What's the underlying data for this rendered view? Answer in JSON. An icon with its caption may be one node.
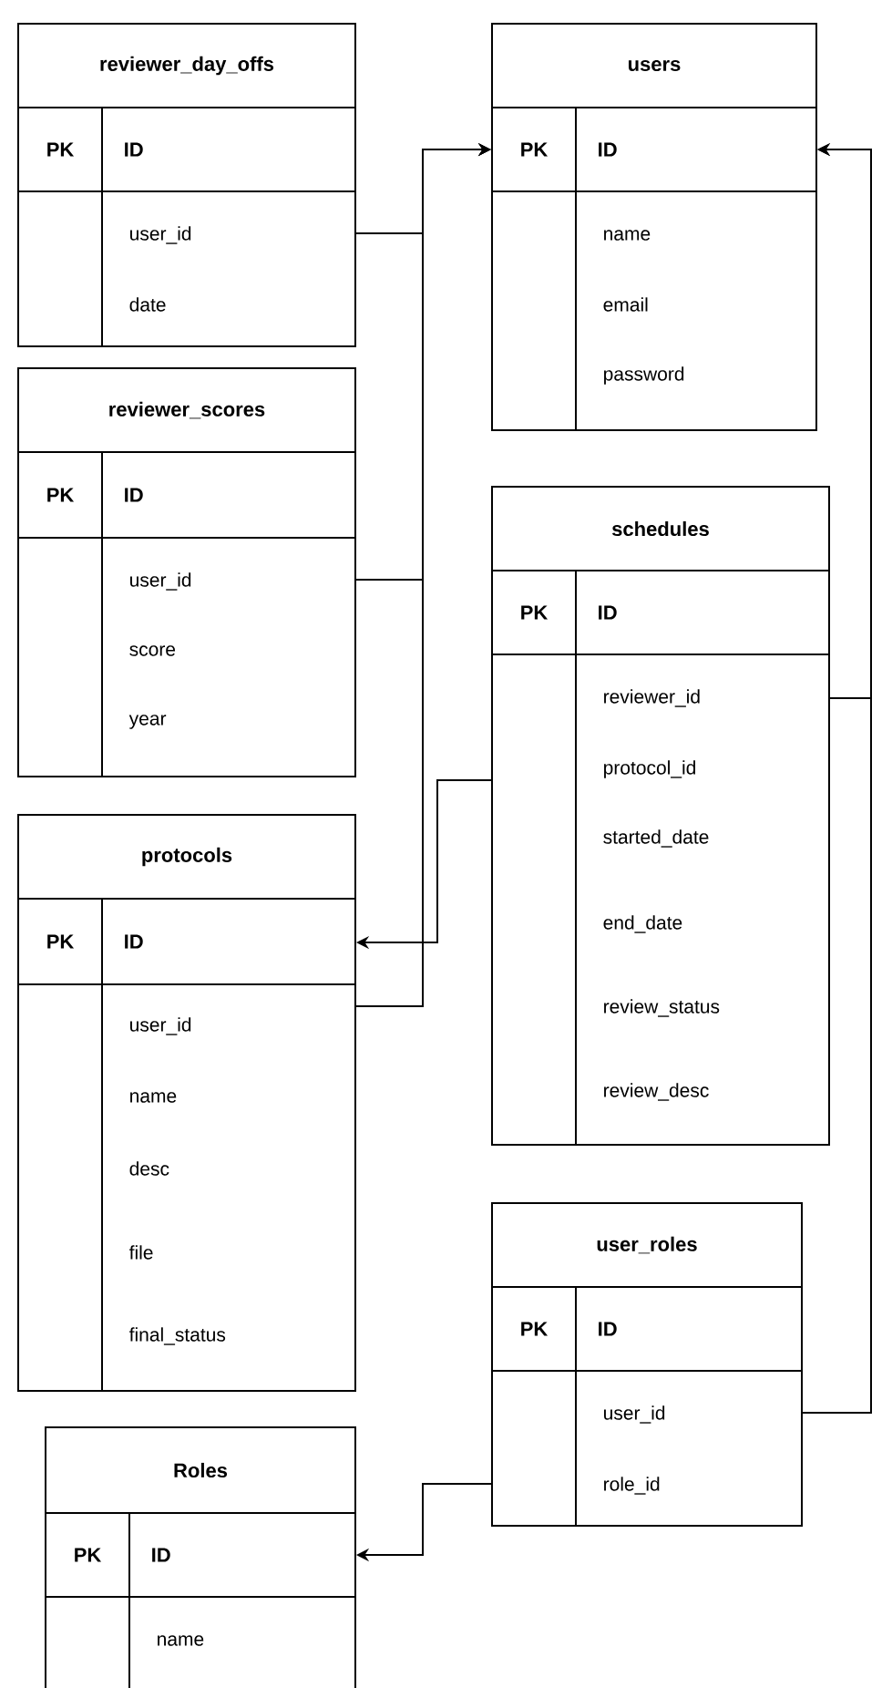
{
  "diagram": {
    "nodes": [
      {
        "text": [
          "reviewer_day_offs",
          "PK",
          "ID",
          "user_id",
          "date"
        ]
      },
      {
        "text": [
          "users",
          "PK",
          "ID",
          "name",
          "email",
          "password"
        ]
      },
      {
        "text": [
          "reviewer_scores",
          "PK",
          "ID",
          "user_id",
          "score",
          "year"
        ]
      },
      {
        "text": [
          "schedules",
          "PK",
          "ID",
          "reviewer_id",
          "protocol_id",
          "started_date",
          "end_date",
          "review_status",
          "review_desc"
        ]
      },
      {
        "text": [
          "protocols",
          "PK",
          "ID",
          "user_id",
          "name",
          "desc",
          "file",
          "final_status"
        ]
      },
      {
        "text": [
          "user_roles",
          "PK",
          "ID",
          "user_id",
          "role_id"
        ]
      },
      {
        "text": [
          "Roles",
          "PK",
          "ID",
          "name"
        ]
      }
    ],
    "edges": [
      {
        "from": 0,
        "to": 1,
        "arrow": "to"
      },
      {
        "from": 2,
        "to": 1,
        "arrow": "to"
      },
      {
        "from": 4,
        "to": 1,
        "arrow": "to"
      },
      {
        "from": 3,
        "to": 1,
        "arrow": "to"
      },
      {
        "from": 3,
        "to": 4,
        "arrow": "to"
      },
      {
        "from": 5,
        "to": 1,
        "arrow": "to"
      },
      {
        "from": 5,
        "to": 6,
        "arrow": "to"
      }
    ]
  }
}
